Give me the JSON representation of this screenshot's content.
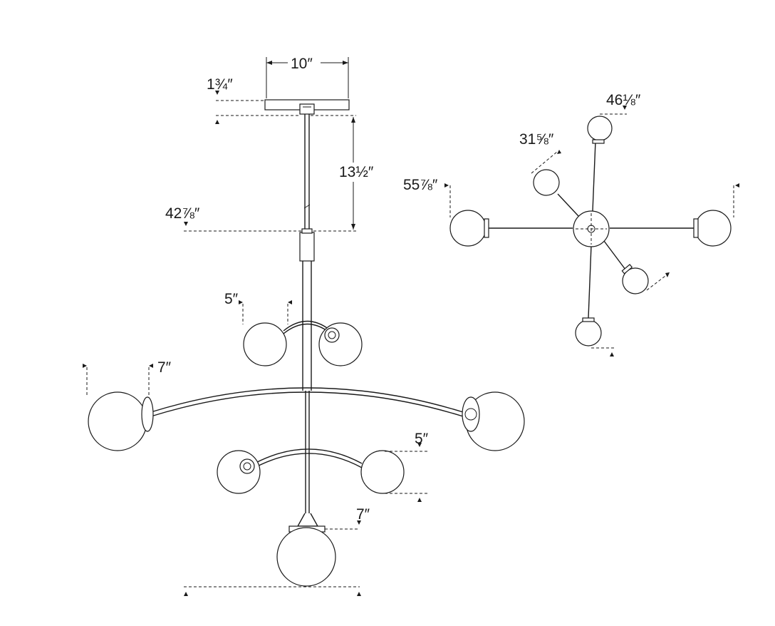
{
  "dimensions": {
    "canopy_width": "10″",
    "canopy_height": "1¾″",
    "stem_length": "13½″",
    "overall_height": "42⅞″",
    "upper_tier_spacing": "5″",
    "wide_arm_globe": "7″",
    "lower_tier_spacing": "5″",
    "bottom_globe": "7″",
    "plan_top": "46⅛″",
    "plan_upper_left": "31⅝″",
    "plan_span": "55⅞″"
  },
  "colors": {
    "line": "#1a1a1a",
    "background": "#ffffff"
  }
}
